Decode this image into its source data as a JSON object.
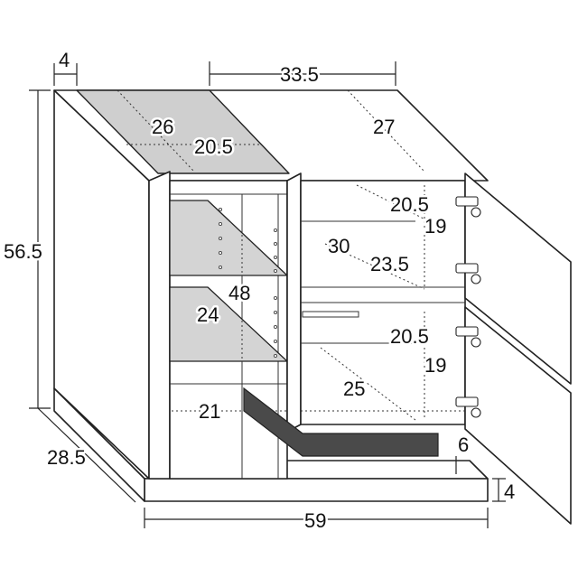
{
  "diagram": {
    "type": "furniture-dimension-drawing",
    "dimensions": {
      "top_trim": "4",
      "top_width": "33.5",
      "height": "56.5",
      "glass_depth": "26",
      "glass_width": "20.5",
      "top_right_depth": "27",
      "drawer1_width": "20.5",
      "drawer1_height": "19",
      "drawer1_depth": "30",
      "drawer1_inner": "23.5",
      "inner_height": "48",
      "shelf_depth": "24",
      "drawer2_width": "20.5",
      "drawer2_height": "19",
      "drawer2_depth": "25",
      "bottom_depth": "21",
      "depth": "28.5",
      "plinth_gap": "6",
      "plinth_height": "4",
      "total_width": "59"
    },
    "colors": {
      "line": "#222222",
      "glass": "#cfcfcf",
      "dark_plinth": "#4a4a4a",
      "background": "#ffffff"
    }
  }
}
